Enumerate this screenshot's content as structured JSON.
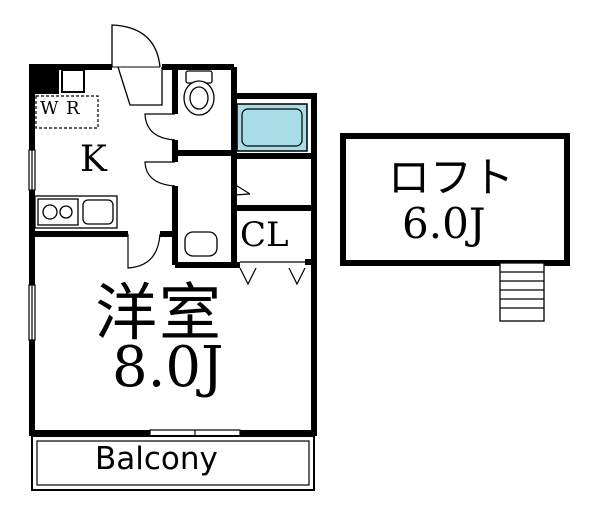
{
  "floorplan": {
    "rooms": {
      "washroom_w": "W",
      "washroom_r": "R",
      "kitchen": "K",
      "closet": "CL",
      "western_room_name": "洋室",
      "western_room_size": "8.0J",
      "balcony": "Balcony",
      "loft_name": "ロフト",
      "loft_size": "6.0J"
    },
    "colors": {
      "wall": "#000000",
      "bathtub": "#a8dce6",
      "background": "#ffffff"
    }
  }
}
